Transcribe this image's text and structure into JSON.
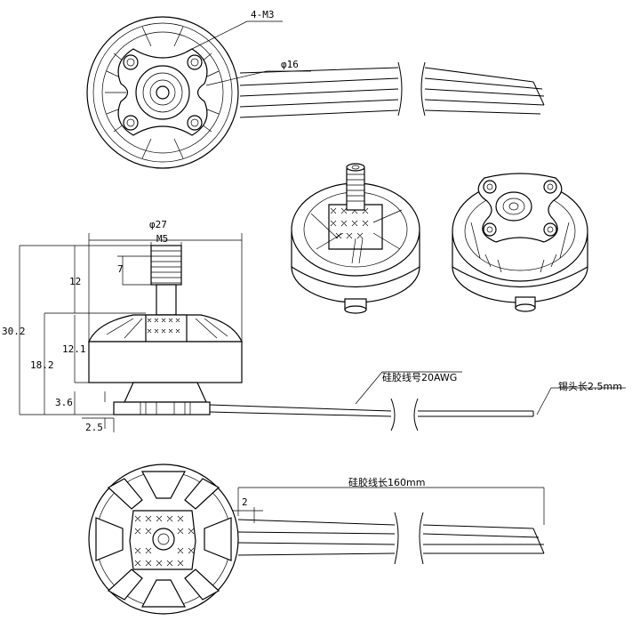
{
  "labels": {
    "mount_holes": "4-M3",
    "stator_dia": "φ16",
    "outer_dia": "φ27",
    "shaft_thread": "M5",
    "dim_7": "7",
    "dim_12": "12",
    "dim_30_2": "30.2",
    "dim_12_1": "12.1",
    "dim_18_2": "18.2",
    "dim_3_6": "3.6",
    "dim_2_5": "2.5",
    "wire_gauge": "硅胶线号20AWG",
    "tin_length": "锡头长2.5mm",
    "wire_length": "硅胶线长160mm",
    "dim_2": "2"
  }
}
